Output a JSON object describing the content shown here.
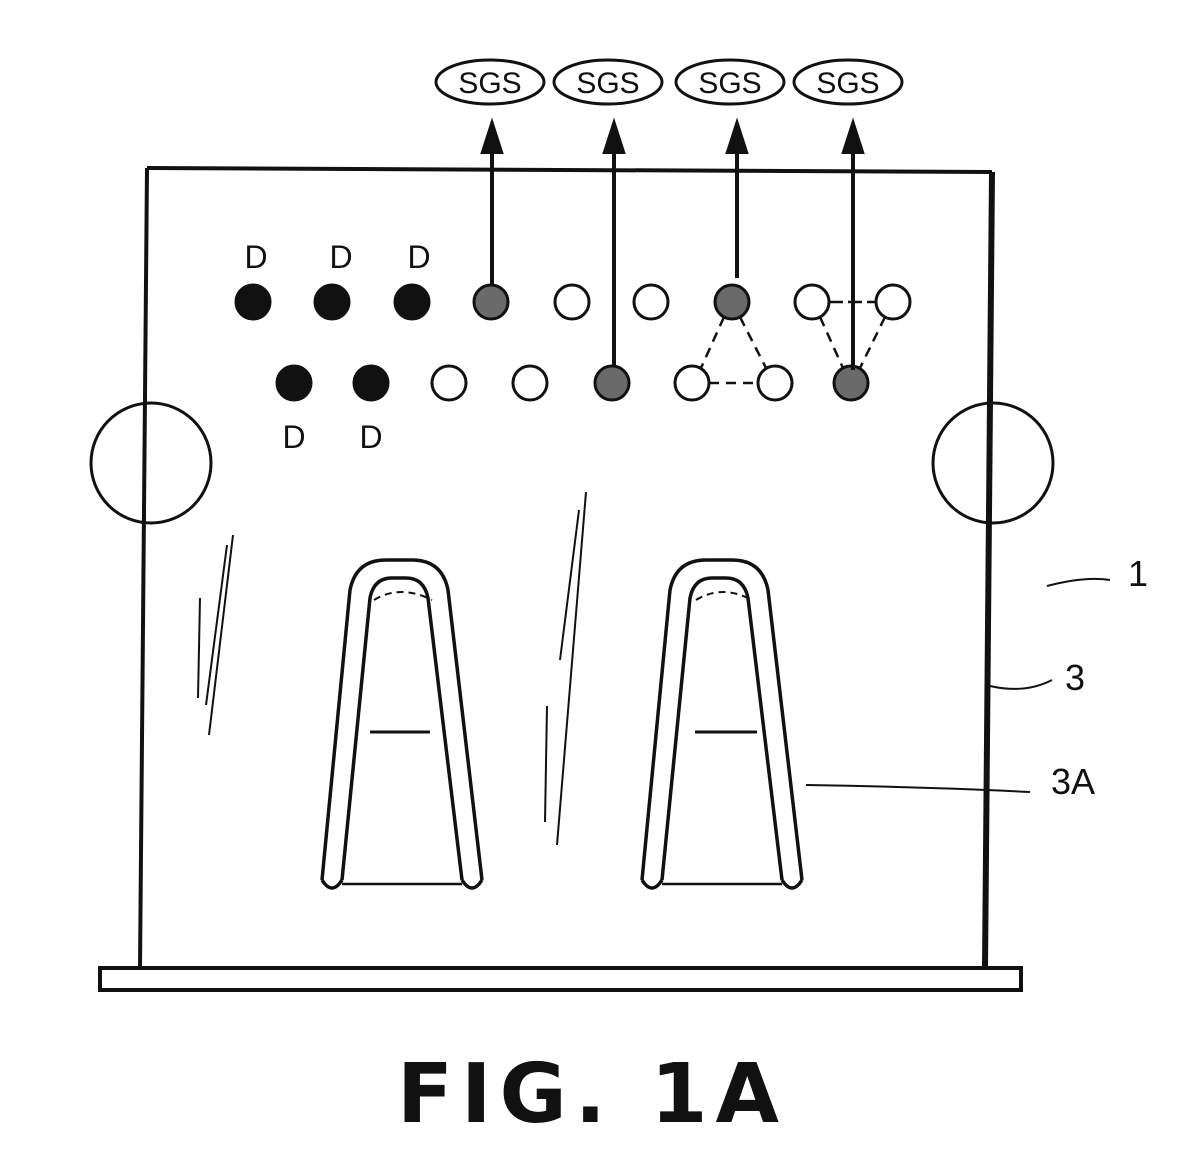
{
  "figure": {
    "caption": "FIG. 1A",
    "ref_labels": {
      "device": "1",
      "panel": "3",
      "handle": "3A"
    },
    "sgs_labels": [
      "SGS",
      "SGS",
      "SGS",
      "SGS"
    ],
    "d_labels_top": [
      "D",
      "D",
      "D"
    ],
    "d_labels_bottom": [
      "D",
      "D"
    ]
  },
  "colors": {
    "line": "#111111",
    "dark_dot": "#111111",
    "gray_dot": "#6a6a6a",
    "open_dot": "#ffffff"
  }
}
